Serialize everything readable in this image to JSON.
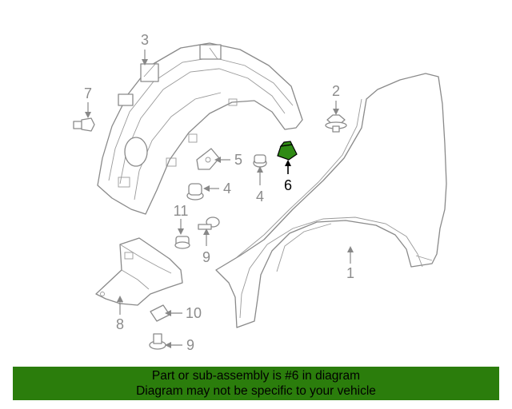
{
  "callouts": {
    "c1": "1",
    "c2": "2",
    "c3": "3",
    "c4a": "4",
    "c4b": "4",
    "c5": "5",
    "c6": "6",
    "c7": "7",
    "c8": "8",
    "c9a": "9",
    "c9b": "9",
    "c10": "10",
    "c11": "11"
  },
  "highlight": {
    "part_number": "6",
    "color": "#2f8a14"
  },
  "banner": {
    "line1": "Part or sub-assembly is #6 in diagram",
    "line2": "Diagram may not be specific to your vehicle",
    "background": "#2b7d0c"
  }
}
